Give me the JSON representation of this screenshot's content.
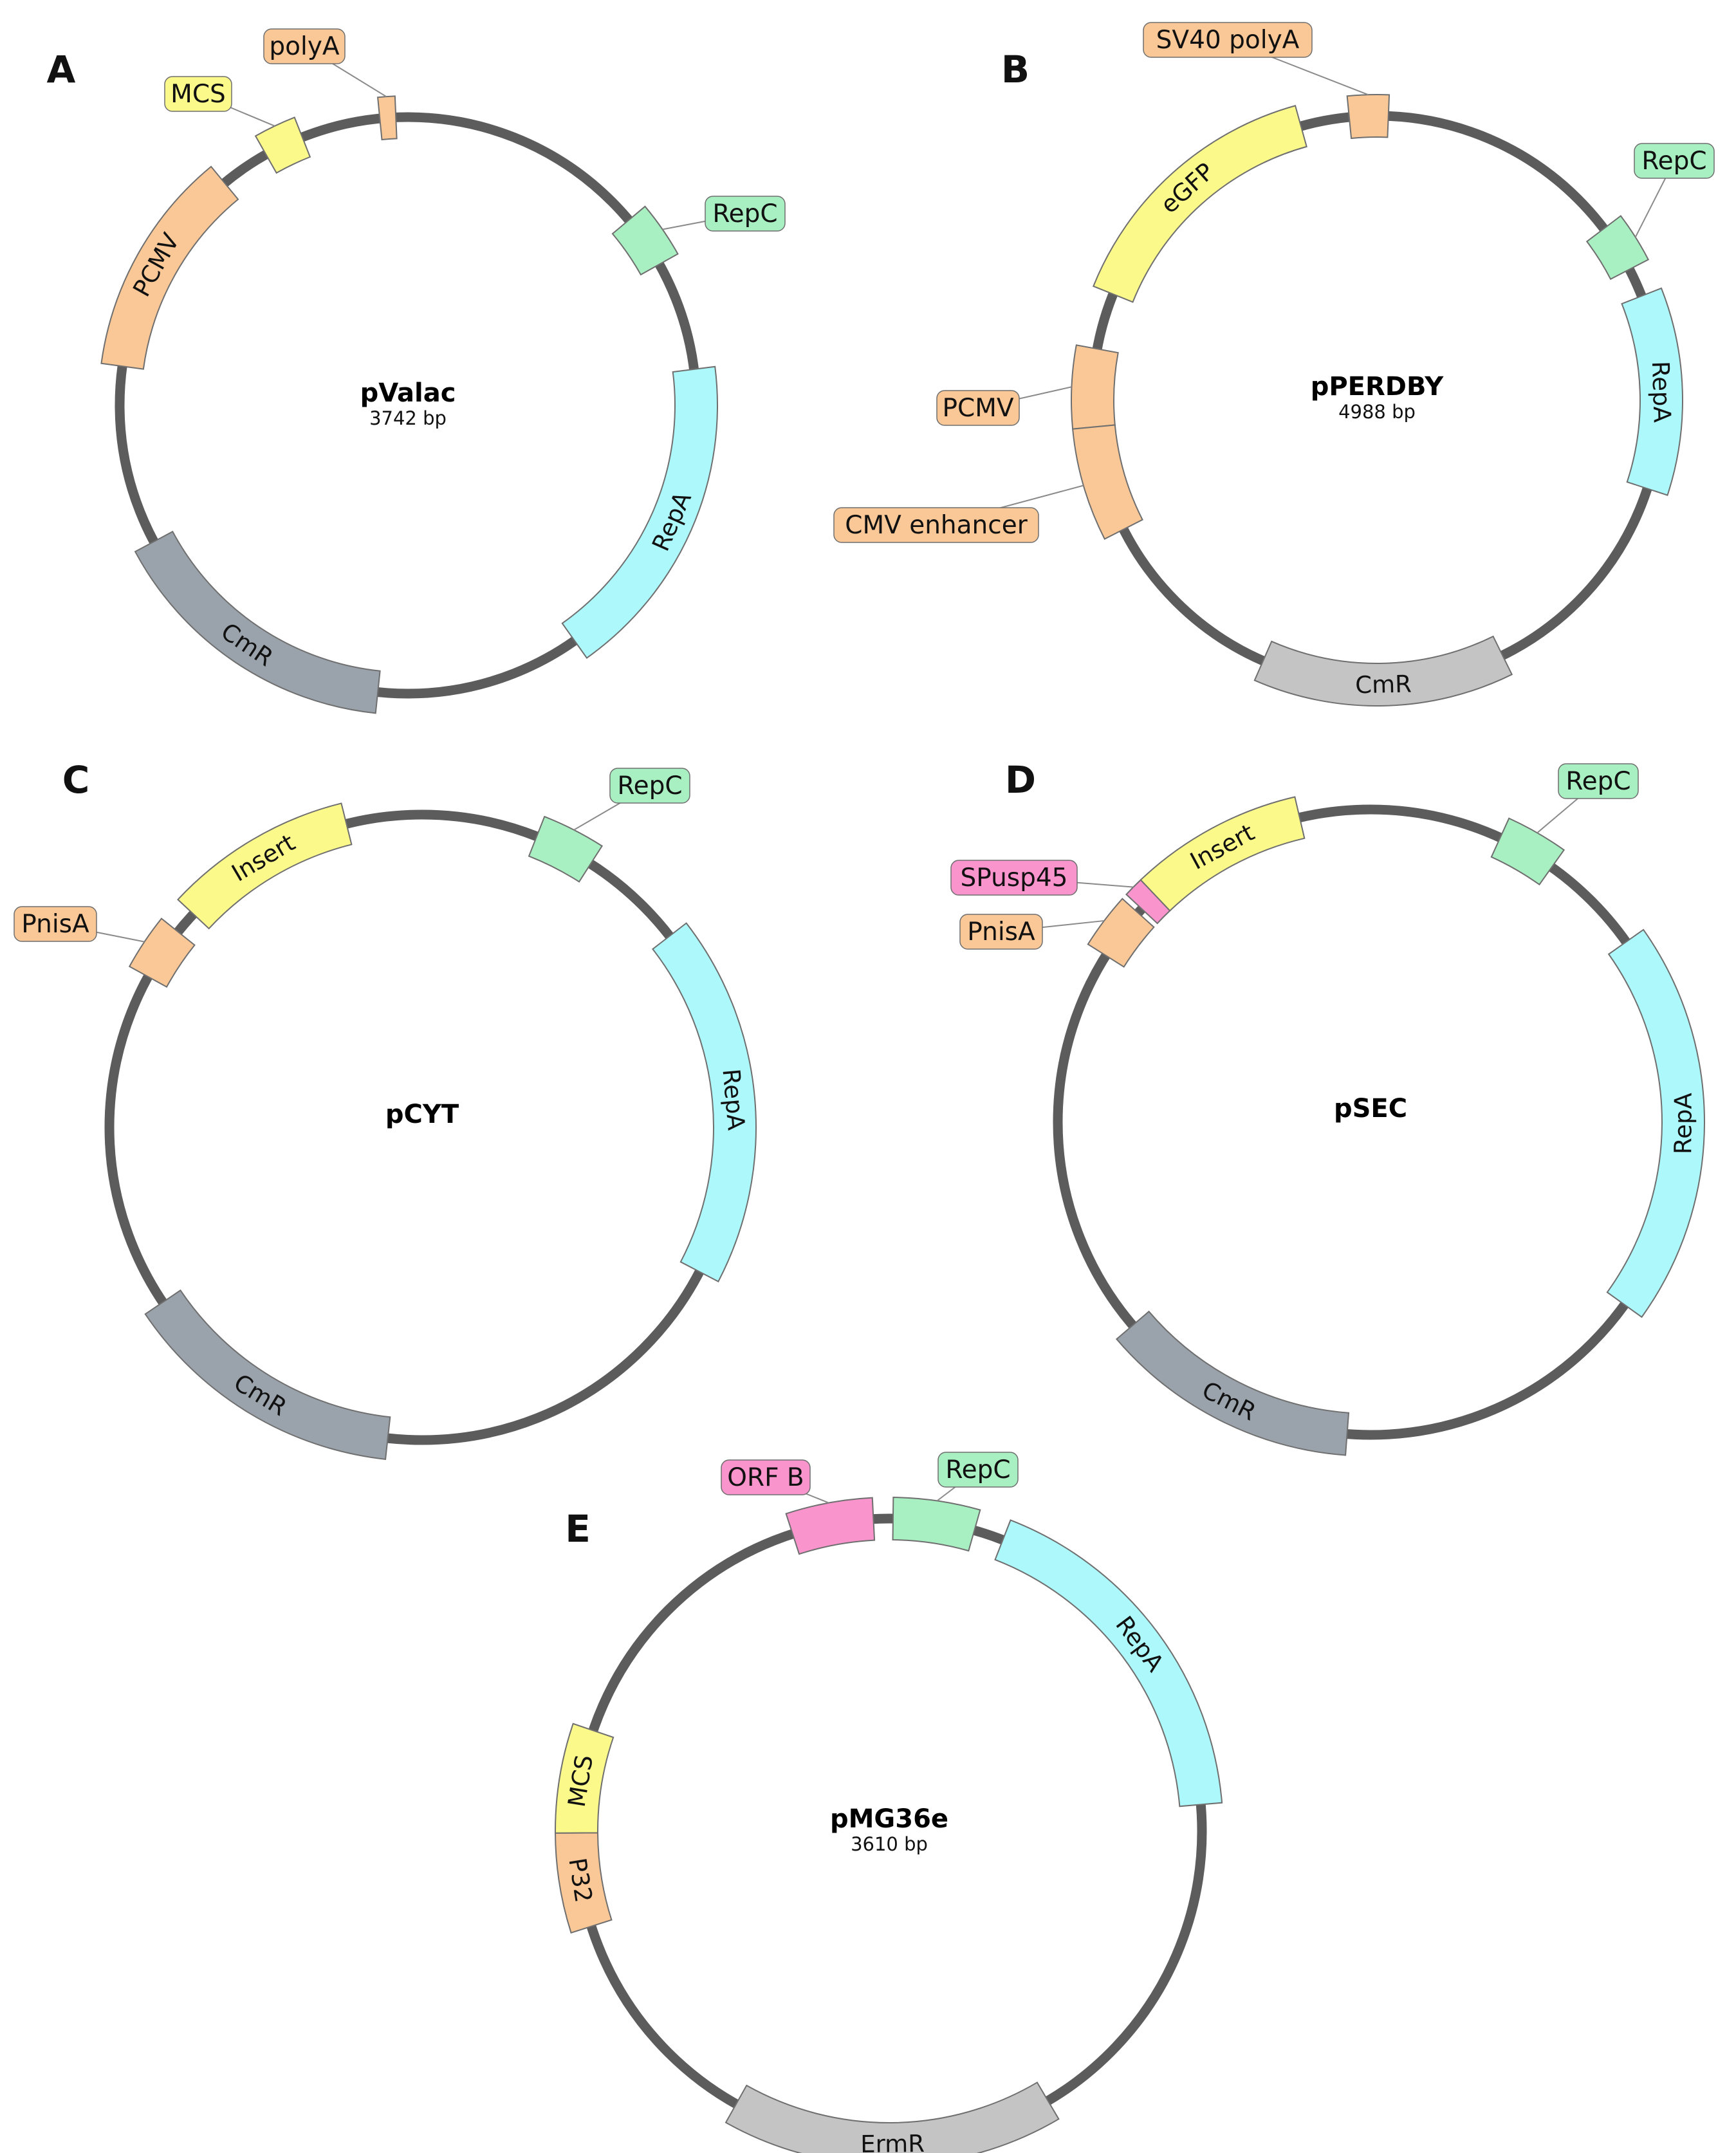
{
  "colors": {
    "backbone": "#5c5c5c",
    "promoter": "#fac896",
    "yellow": "#fbf98a",
    "repc": "#a8f0c2",
    "repa": "#adf8fb",
    "cmr_dark": "#9aa3ab",
    "cmr_light": "#c4c4c4",
    "pink": "#f994cd",
    "feature_outline": "#6f6f6f",
    "callout_line": "#8a8a8a"
  },
  "panels": [
    {
      "letter": "A",
      "name": "pValac",
      "size": "3742 bp",
      "features": [
        {
          "label": "polyA",
          "start_deg": 354.4,
          "end_deg": 357.6,
          "color": "promoter",
          "callout": true
        },
        {
          "label": "MCS",
          "start_deg": 330.5,
          "end_deg": 338.5,
          "color": "yellow",
          "callout": true
        },
        {
          "label": "PCMV",
          "start_deg": 277.8,
          "end_deg": 320.5,
          "color": "promoter",
          "callout": false
        },
        {
          "label": "RepC",
          "start_deg": 50.0,
          "end_deg": 60.7,
          "color": "repc",
          "callout": true
        },
        {
          "label": "RepA",
          "start_deg": 82.8,
          "end_deg": 144.7,
          "color": "repa",
          "callout": false
        },
        {
          "label": "CmR",
          "start_deg": 186.0,
          "end_deg": 241.8,
          "color": "cmr_dark",
          "callout": false
        }
      ]
    },
    {
      "letter": "B",
      "name": "pPERDBY",
      "size": "4988 bp",
      "features": [
        {
          "label": "SV40 polyA",
          "start_deg": 354.4,
          "end_deg": 2.3,
          "color": "promoter",
          "callout": true
        },
        {
          "label": "eGFP",
          "start_deg": 291.9,
          "end_deg": 344.5,
          "color": "yellow",
          "callout": false
        },
        {
          "label": "RepC",
          "start_deg": 52.9,
          "end_deg": 62.6,
          "color": "repc",
          "callout": true
        },
        {
          "label": "RepA",
          "start_deg": 68.5,
          "end_deg": 108.1,
          "color": "repa",
          "callout": false
        },
        {
          "label": "CmR",
          "start_deg": 153.8,
          "end_deg": 203.6,
          "color": "cmr_light",
          "callout": false
        },
        {
          "label": "PCMV",
          "start_deg": 264.6,
          "end_deg": 280.4,
          "color": "promoter",
          "callout": true
        },
        {
          "label": "CMV enhancer",
          "start_deg": 243.0,
          "end_deg": 264.6,
          "color": "promoter",
          "callout": true
        }
      ]
    },
    {
      "letter": "C",
      "name": "pCYT",
      "size": "",
      "features": [
        {
          "label": "Insert",
          "start_deg": 313.0,
          "end_deg": 346.0,
          "color": "yellow",
          "callout": false
        },
        {
          "label": "PnisA",
          "start_deg": 298.8,
          "end_deg": 308.7,
          "color": "promoter",
          "callout": true
        },
        {
          "label": "RepC",
          "start_deg": 21.5,
          "end_deg": 32.6,
          "color": "repc",
          "callout": true
        },
        {
          "label": "RepA",
          "start_deg": 52.3,
          "end_deg": 117.5,
          "color": "repa",
          "callout": false
        },
        {
          "label": "CmR",
          "start_deg": 186.3,
          "end_deg": 236.0,
          "color": "cmr_dark",
          "callout": false
        }
      ]
    },
    {
      "letter": "D",
      "name": "pSEC",
      "size": "",
      "features": [
        {
          "label": "Insert",
          "start_deg": 316.5,
          "end_deg": 346.9,
          "color": "yellow",
          "callout": false
        },
        {
          "label": "SPusp45",
          "start_deg": 313.0,
          "end_deg": 316.5,
          "color": "pink",
          "callout": true
        },
        {
          "label": "PnisA",
          "start_deg": 302.2,
          "end_deg": 312.0,
          "color": "promoter",
          "callout": true
        },
        {
          "label": "RepC",
          "start_deg": 24.5,
          "end_deg": 35.4,
          "color": "repc",
          "callout": true
        },
        {
          "label": "RepA",
          "start_deg": 54.8,
          "end_deg": 125.7,
          "color": "repa",
          "callout": false
        },
        {
          "label": "CmR",
          "start_deg": 184.3,
          "end_deg": 229.5,
          "color": "cmr_dark",
          "callout": false
        }
      ]
    },
    {
      "letter": "E",
      "name": "pMG36e",
      "size": "3610 bp",
      "features": [
        {
          "label": "ORF B",
          "start_deg": 342.0,
          "end_deg": 357.1,
          "color": "pink",
          "callout": true
        },
        {
          "label": "RepC",
          "start_deg": 0.7,
          "end_deg": 15.8,
          "color": "repc",
          "callout": true
        },
        {
          "label": "RepA",
          "start_deg": 21.3,
          "end_deg": 85.1,
          "color": "repa",
          "callout": false
        },
        {
          "label": "ErmR",
          "start_deg": 149.5,
          "end_deg": 209.3,
          "color": "cmr_light",
          "callout": false
        },
        {
          "label": "P32",
          "start_deg": 252.3,
          "end_deg": 269.7,
          "color": "promoter",
          "callout": false
        },
        {
          "label": "MCS",
          "start_deg": 269.7,
          "end_deg": 288.8,
          "color": "yellow",
          "callout": false
        }
      ]
    }
  ]
}
